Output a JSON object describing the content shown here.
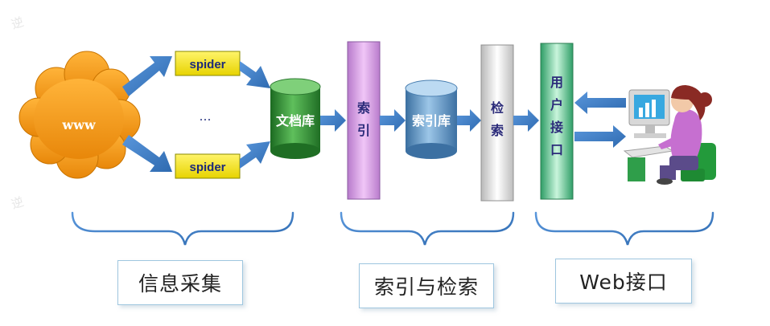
{
  "diagram": {
    "source_label": "www",
    "spider_top": "spider",
    "ellipsis": "…",
    "spider_bottom": "spider",
    "doc_store": "文档库",
    "index_bar": [
      "索",
      "引"
    ],
    "index_store": "索引库",
    "search_bar": [
      "检",
      "索"
    ],
    "user_interface_bar": [
      "用",
      "户",
      "接",
      "口"
    ],
    "groups": [
      {
        "label": "信息采集"
      },
      {
        "label": "索引与检索"
      },
      {
        "label": "Web接口"
      }
    ]
  },
  "colors": {
    "cloud": "#f59a10",
    "arrow": "#3f7ec6",
    "spider_box": "#f2e300",
    "doc_cylinder": "#2f8a35",
    "index_cylinder": "#5d96c6",
    "index_bar": "#d99be6",
    "search_bar": "#e6e6e6",
    "user_bar": "#58c48b",
    "bracket": "#4b8fc8"
  }
}
